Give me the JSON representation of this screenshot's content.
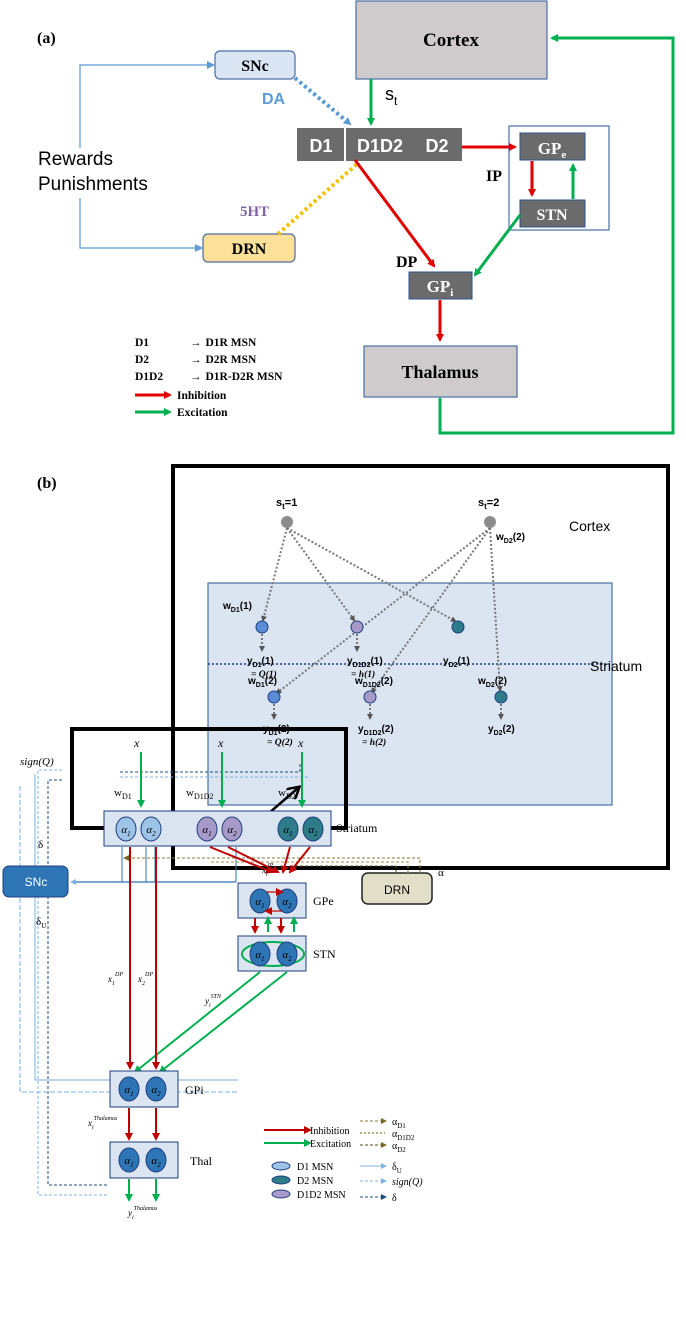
{
  "panel_a": {
    "label": "(a)",
    "cortex": "Cortex",
    "snc": "SNc",
    "drn": "DRN",
    "da": "DA",
    "ht": "5HT",
    "rewards": "Rewards",
    "punishments": "Punishments",
    "s": "s",
    "s_sub": "t",
    "striatum_d1": "D1",
    "striatum_d1d2": "D1D2",
    "striatum_d2": "D2",
    "gpe": "GP",
    "gpe_sub": "e",
    "stn": "STN",
    "gpi": "GP",
    "gpi_sub": "i",
    "ip": "IP",
    "dp": "DP",
    "thalamus": "Thalamus",
    "legend": [
      {
        "abbr": "D1",
        "arrow": "→",
        "desc": "D1R MSN"
      },
      {
        "abbr": "D2",
        "arrow": "→",
        "desc": "D2R MSN"
      },
      {
        "abbr": "D1D2",
        "arrow": "→",
        "desc": "D1R-D2R MSN"
      }
    ],
    "inhibition": "Inhibition",
    "excitation": "Excitation",
    "colors": {
      "cortex_fill": "#cfcbcc",
      "node_dark": "#6b6b6b",
      "snc_fill": "#dbe6f5",
      "drn_fill": "#fde19a",
      "inhibition": "#e00000",
      "excitation": "#00b050",
      "da": "#5b9bd5",
      "ht": "#f4c000"
    }
  },
  "panel_b": {
    "label": "(b)",
    "zoom": {
      "s1": "s",
      "s1_sub": "t",
      "s1_eq": "=1",
      "s2": "s",
      "s2_sub": "t",
      "s2_eq": "=2",
      "cortex": "Cortex",
      "striatum": "Striatum",
      "w_d1_1": "w",
      "w_d1_1_sub": "D1",
      "w_d1_1_arg": "(1)",
      "w_d2_2": "w",
      "w_d2_2_sub": "D2",
      "w_d2_2_arg": "(2)",
      "w_d1_2": "w",
      "w_d1_2_sub": "D1",
      "w_d1_2_arg": "(2)",
      "w_d1d2_2": "w",
      "w_d1d2_2_sub": "D1D2",
      "w_d1d2_2_arg": "(2)",
      "w_d2_2b": "w",
      "w_d2_2b_sub": "D2",
      "w_d2_2b_arg": "(2)",
      "y_d1_1": "y",
      "y_d1_1_sub": "D1",
      "y_d1_1_arg": "(1)",
      "y_d1_1_eq": "= Q(1)",
      "y_d1d2_1": "y",
      "y_d1d2_1_sub": "D1D2",
      "y_d1d2_1_arg": "(1)",
      "y_d1d2_1_eq": "= h(1)",
      "y_d2_1": "y",
      "y_d2_1_sub": "D2",
      "y_d2_1_arg": "(1)",
      "y_d1_2": "y",
      "y_d1_2_sub": "D1",
      "y_d1_2_arg": "(2)",
      "y_d1_2_eq": "= Q(2)",
      "y_d1d2_2": "y",
      "y_d1d2_2_sub": "D1D2",
      "y_d1d2_2_arg": "(2)",
      "y_d1d2_2_eq": "= h(2)",
      "y_d2_2": "y",
      "y_d2_2_sub": "D2",
      "y_d2_2_arg": "(2)"
    },
    "model": {
      "x": "x",
      "sign_q": "sign(Q)",
      "w_d1": "w",
      "w_d1_sub": "D1",
      "w_d1d2": "w",
      "w_d1d2_sub": "D1D2",
      "w_d2": "w",
      "w_d2_sub": "D2",
      "striatum": "Striatum",
      "snc": "SNc",
      "drn": "DRN",
      "alpha": "α",
      "delta": "δ",
      "delta_u": "δ",
      "delta_u_sub": "U",
      "gpe": "GPe",
      "stn": "STN",
      "gpi": "GPi",
      "thal": "Thal",
      "x_ip": "x",
      "x_ip_sub": "i",
      "x_ip_sup": "IP",
      "x1_dp": "x",
      "x1_dp_sub": "1",
      "x1_dp_sup": "DP",
      "x2_dp": "x",
      "x2_dp_sub": "2",
      "x2_dp_sup": "DP",
      "y_stn": "y",
      "y_stn_sub": "i",
      "y_stn_sup": "STN",
      "x_thal": "x",
      "x_thal_sub": "i",
      "x_thal_sup": "Thalamus",
      "y_thal": "y",
      "y_thal_sub": "i",
      "y_thal_sup": "Thalamus",
      "alpha_sym": "α",
      "alpha1": "1",
      "alpha2": "2"
    },
    "legend": {
      "inhibition": "Inhibition",
      "excitation": "Excitation",
      "d1": "D1 MSN",
      "d2": "D2 MSN",
      "d1d2": "D1D2 MSN",
      "a_d1": "α",
      "a_d1_sub": "D1",
      "a_d1d2": "α",
      "a_d1d2_sub": "D1D2",
      "a_d2": "α",
      "a_d2_sub": "D2",
      "d_u": "δ",
      "d_u_sub": "U",
      "sign_q": "sign(Q)",
      "d": "δ"
    }
  }
}
